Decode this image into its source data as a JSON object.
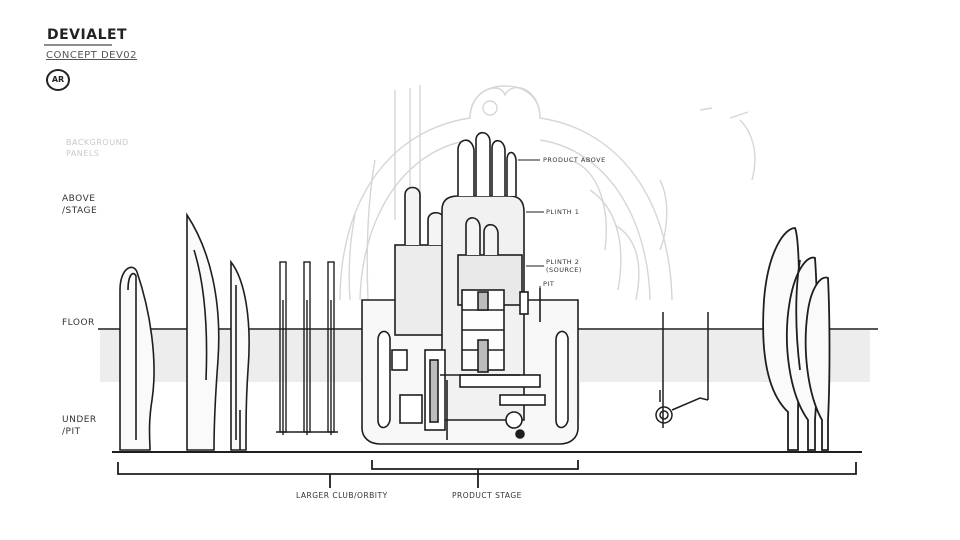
{
  "header": {
    "brand": "DEVIALET",
    "subtitle": "CONCEPT DEV02",
    "signature": "AR"
  },
  "levels": {
    "background": [
      "BACKGROUND",
      "PANELS"
    ],
    "above": [
      "ABOVE",
      "/STAGE"
    ],
    "floor": "FLOOR",
    "under": [
      "UNDER",
      "/PIT"
    ]
  },
  "callouts": {
    "product_above": "PRODUCT ABOVE",
    "plinth1": "PLINTH 1",
    "plinth2": [
      "PLINTH 2",
      "(SOURCE)"
    ],
    "pit": "PIT"
  },
  "brackets": {
    "larger": "LARGER CLUB/ORBITY",
    "product_stage": "PRODUCT STAGE"
  },
  "colors": {
    "ink": "#1e1e1e",
    "ghost": "#d4d4d4",
    "floor_shade": "#e6e6e6",
    "fill": "#f3f3f3"
  }
}
